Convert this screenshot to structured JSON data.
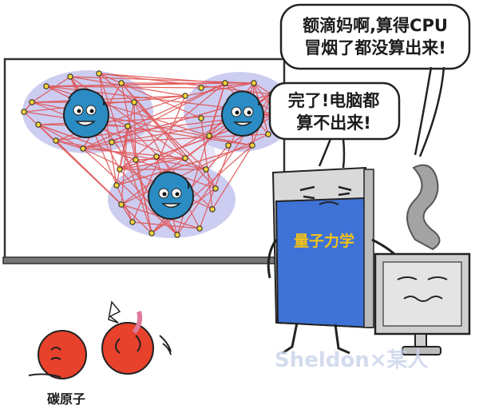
{
  "speech": {
    "top_bubble": "额滴妈啊,算得CPU\n冒烟了都没算出来!",
    "middle_bubble": "完了!电脑都\n算不出来!"
  },
  "book": {
    "title": "量子力学"
  },
  "carbon": {
    "label": "碳原子"
  },
  "watermark": {
    "text": "Sheldon×某人"
  },
  "colors": {
    "molecule_glow": "#c4c4ee",
    "atom_blue": "#2b8cc4",
    "bond_red": "#e05050",
    "book_blue": "#3e72d6",
    "book_title": "#f3c21a",
    "carbon_red": "#e8412c"
  }
}
